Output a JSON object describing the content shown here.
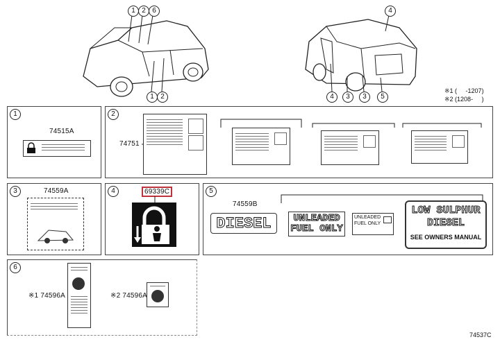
{
  "callouts_top": [
    "1",
    "2",
    "6",
    "4",
    "1",
    "2",
    "4",
    "3",
    "3",
    "5"
  ],
  "notes": {
    "note1": "※1 (     -1207)",
    "note2": "※2 (1208-     )"
  },
  "panels": {
    "p1": {
      "num": "1",
      "part": "74515A"
    },
    "p2": {
      "num": "2",
      "part": "74751"
    },
    "p3": {
      "num": "3",
      "part": "74559A"
    },
    "p4": {
      "num": "4",
      "part": "69339C"
    },
    "p5": {
      "num": "5",
      "part": "74559B"
    },
    "p6": {
      "num": "6",
      "part_a": "※1 74596A",
      "part_b": "※2 74596A"
    }
  },
  "fuel_labels": {
    "diesel": "DIESEL",
    "unleaded_1": "UNLEADED",
    "unleaded_2": "FUEL ONLY",
    "small_1": "UNLEADED",
    "small_2": "FUEL ONLY",
    "low_1": "LOW SULPHUR",
    "low_2": "DIESEL",
    "low_3": "SEE OWNERS MANUAL"
  },
  "colors": {
    "highlight": "#c0303a",
    "ink": "#111111"
  },
  "diagram_id": "74537C"
}
